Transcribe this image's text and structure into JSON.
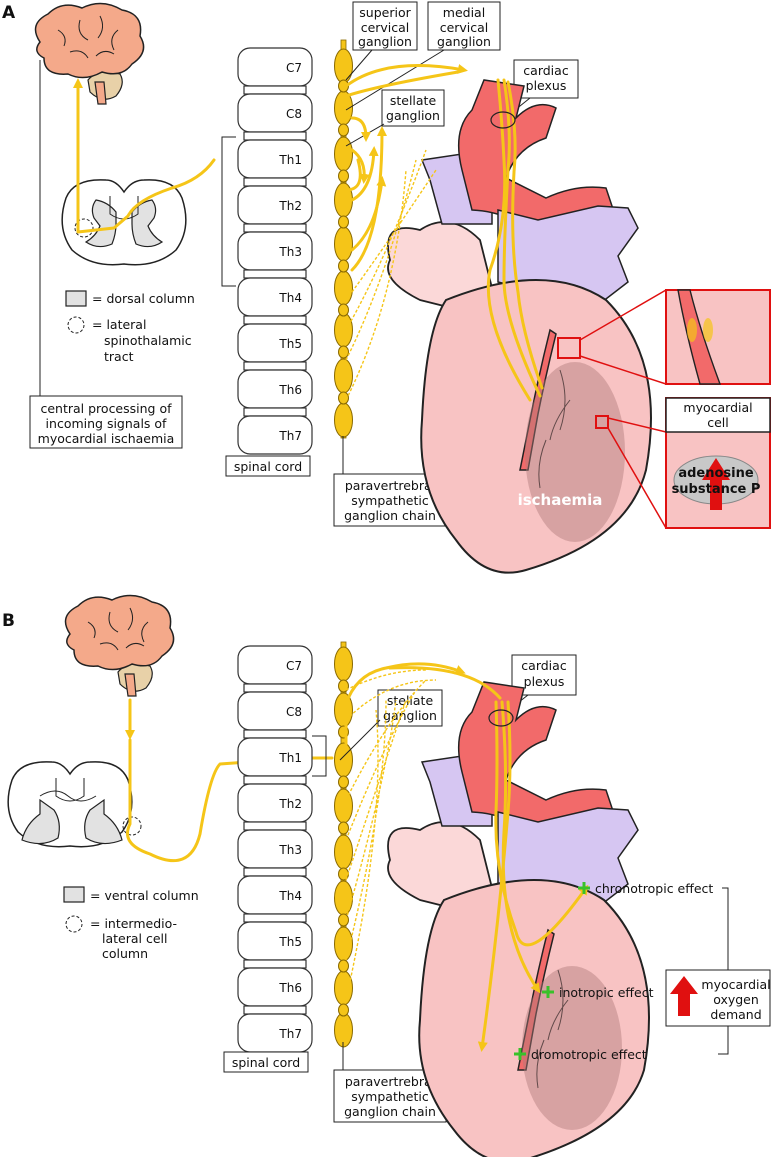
{
  "panel_a": {
    "letter": "A",
    "vertebrae": [
      "C7",
      "C8",
      "Th1",
      "Th2",
      "Th3",
      "Th4",
      "Th5",
      "Th6",
      "Th7"
    ],
    "label_superior_1": "superior",
    "label_superior_2": "cervical",
    "label_superior_3": "ganglion",
    "label_medial_1": "medial",
    "label_medial_2": "cervical",
    "label_medial_3": "ganglion",
    "label_stellate_1": "stellate",
    "label_stellate_2": "ganglion",
    "label_plexus_1": "cardiac",
    "label_plexus_2": "plexus",
    "legend_column": "= dorsal column",
    "legend_tract_1": "= lateral",
    "legend_tract_2": "spinothalamic",
    "legend_tract_3": "tract",
    "central_1": "central processing of",
    "central_2": "incoming signals of",
    "central_3": "myocardial ischaemia",
    "spinal_cord": "spinal cord",
    "chain_1": "paravertrebral",
    "chain_2": "sympathetic",
    "chain_3": "ganglion chain",
    "myo_1": "myocardial",
    "myo_2": "cell",
    "adenosine": "adenosine",
    "substance_p": "substance P",
    "ischaemia": "ischaemia"
  },
  "panel_b": {
    "letter": "B",
    "vertebrae": [
      "C7",
      "C8",
      "Th1",
      "Th2",
      "Th3",
      "Th4",
      "Th5",
      "Th6",
      "Th7"
    ],
    "label_stellate_1": "stellate",
    "label_stellate_2": "ganglion",
    "label_plexus_1": "cardiac",
    "label_plexus_2": "plexus",
    "legend_column": "= ventral column",
    "legend_cell_1": "= intermedio-",
    "legend_cell_2": "lateral cell",
    "legend_cell_3": "column",
    "spinal_cord": "spinal cord",
    "chain_1": "paravertrebral",
    "chain_2": "sympathetic",
    "chain_3": "ganglion chain",
    "chronotropic": "chronotropic effect",
    "inotropic": "inotropic effect",
    "dromotropic": "dromotropic effect",
    "demand_1": "myocardial",
    "demand_2": "oxygen",
    "demand_3": "demand"
  },
  "colors": {
    "nerve": "#f5c518",
    "artery": "#f26a6a",
    "vein": "#d6c6f2",
    "myocardium": "#f8c3c3",
    "brain": "#f4a98a",
    "alert_red": "#e01010",
    "plus_green": "#39c12a"
  }
}
